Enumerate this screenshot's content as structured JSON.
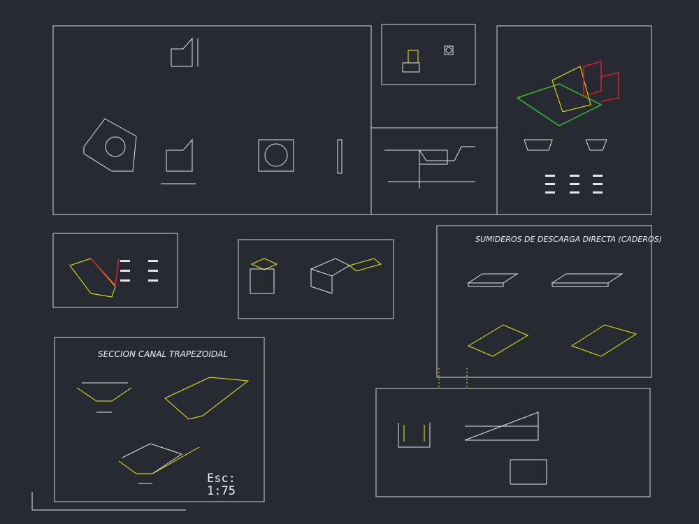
{
  "drawing": {
    "colors": {
      "background": "#272a33",
      "lines": "#e6e6e6",
      "hatch": "#f2f200",
      "highlight_red": "#e02020",
      "highlight_green": "#30c030"
    },
    "titles": {
      "trapezoidal_section": "SECCION CANAL TRAPEZOIDAL",
      "direct_discharge": "SUMIDEROS DE DESCARGA DIRECTA (CADEROS)"
    },
    "scale": {
      "label": "Esc:",
      "value": "1:75"
    }
  }
}
